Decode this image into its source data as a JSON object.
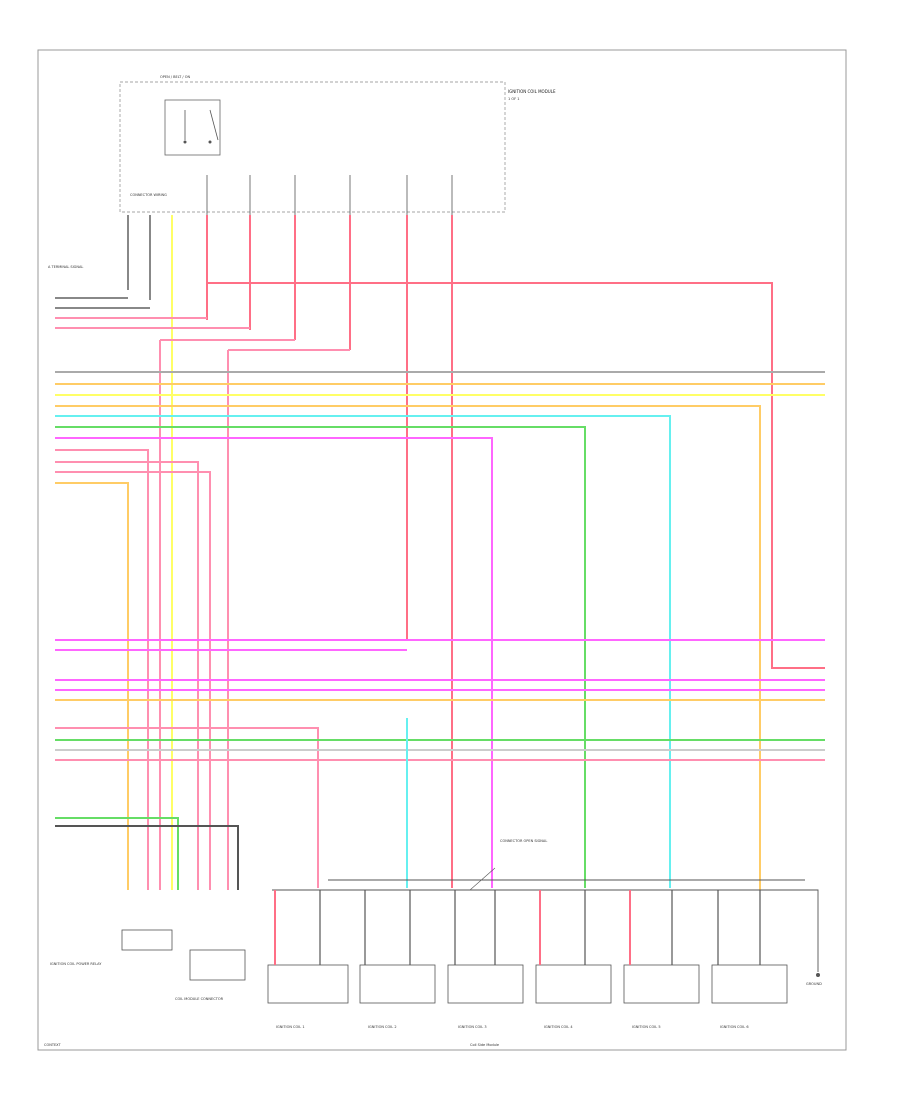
{
  "diagram": {
    "footer_left": "CONTEXT",
    "footer_center": "Coil Side Module",
    "top_module_label": "IGNITION COIL MODULE",
    "top_module_note": "1 OF 1",
    "top_switch_label": "OPEN / BELT / ON",
    "connector_note": "CONNECTOR WIRING",
    "left_callout": "A TERMINAL SIGNAL",
    "coil_callout": "CONNECTOR OPEN SIGNAL",
    "module_labels": [
      "IGNITION COIL 1",
      "IGNITION COIL 2",
      "IGNITION COIL 3",
      "IGNITION COIL 4",
      "IGNITION COIL 5",
      "IGNITION COIL 6"
    ],
    "bottom_left_label": "IGNITION COIL POWER RELAY",
    "bottom_mid_label": "COIL MODULE CONNECTOR",
    "ground_label": "GROUND",
    "wire_colors": {
      "red": "#ff6f86",
      "pink": "#ff8fb0",
      "magenta": "#ff66ff",
      "yellow": "#ffff66",
      "cyan": "#66f0f0",
      "green": "#66dd66",
      "orange": "#ffcc66",
      "gray": "#bbbbbb",
      "black": "#444444"
    }
  }
}
